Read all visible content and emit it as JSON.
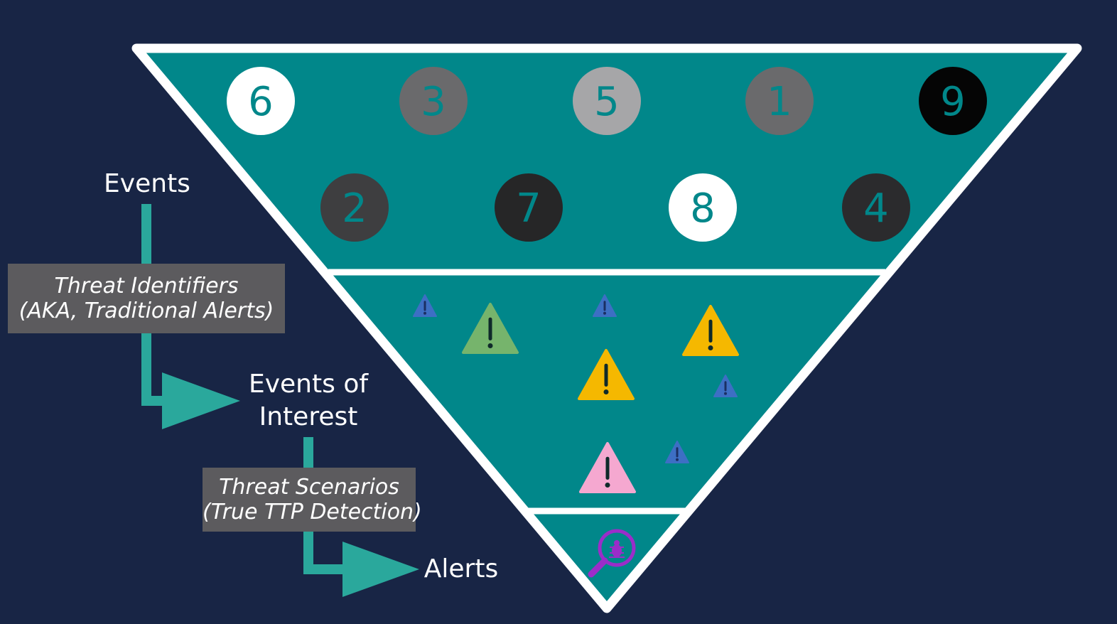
{
  "colors": {
    "background": "#182545",
    "funnel_fill": "#01878a",
    "funnel_stroke": "#ffffff",
    "connector": "#2aa89c",
    "stage_box": "#5c5b5e"
  },
  "labels": {
    "events": "Events",
    "events_of_interest_line1": "Events of",
    "events_of_interest_line2": "Interest",
    "alerts": "Alerts"
  },
  "stages": {
    "threat_identifiers": {
      "line1": "Threat Identifiers",
      "line2": "(AKA, Traditional Alerts)"
    },
    "threat_scenarios": {
      "line1": "Threat Scenarios",
      "line2": "(True TTP Detection)"
    }
  },
  "event_balls": [
    {
      "label": "6",
      "fill": "#ffffff",
      "text": "#01878a"
    },
    {
      "label": "3",
      "fill": "#6a6a6c",
      "text": "#01878a"
    },
    {
      "label": "5",
      "fill": "#a6a6a8",
      "text": "#01878a"
    },
    {
      "label": "1",
      "fill": "#6a6a6c",
      "text": "#01878a"
    },
    {
      "label": "9",
      "fill": "#050505",
      "text": "#01878a"
    },
    {
      "label": "2",
      "fill": "#3e3e40",
      "text": "#01878a"
    },
    {
      "label": "7",
      "fill": "#262627",
      "text": "#01878a"
    },
    {
      "label": "8",
      "fill": "#ffffff",
      "text": "#01878a"
    },
    {
      "label": "4",
      "fill": "#2b2b2d",
      "text": "#01878a"
    }
  ],
  "warning_triangles": [
    {
      "size": "small",
      "color": "#3d6fc4"
    },
    {
      "size": "large",
      "color": "#76b46c"
    },
    {
      "size": "small",
      "color": "#3d6fc4"
    },
    {
      "size": "large",
      "color": "#f5b800"
    },
    {
      "size": "large",
      "color": "#f5b800"
    },
    {
      "size": "small",
      "color": "#3d6fc4"
    },
    {
      "size": "small",
      "color": "#3d6fc4"
    },
    {
      "size": "large",
      "color": "#f5a8d0"
    }
  ],
  "alert_icon": {
    "name": "bug-magnifier-icon",
    "color": "#9b2dc9"
  }
}
